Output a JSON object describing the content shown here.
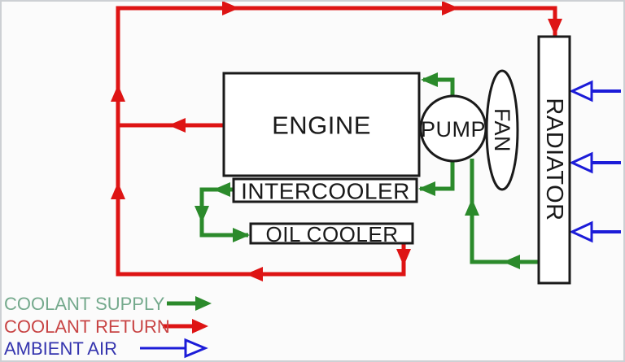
{
  "colors": {
    "red": "#de1414",
    "green": "#2b8a2b",
    "blue": "#1c1cd8",
    "box-border": "#1a1a1a",
    "box-fill": "#ffffff",
    "background": "#fbfbfb",
    "frame": "#cdd0d4",
    "label-color": "#1a1a1a",
    "legend-supply-text": "#74a98c",
    "legend-return-text": "#c84444",
    "legend-ambient-text": "#3434ae"
  },
  "components": {
    "engine": {
      "label": "ENGINE"
    },
    "intercooler": {
      "label": "INTERCOOLER"
    },
    "oil_cooler": {
      "label": "OIL COOLER"
    },
    "pump": {
      "label": "PUMP"
    },
    "fan": {
      "label": "FAN"
    },
    "radiator": {
      "label": "RADIATOR"
    }
  },
  "legend": {
    "items": [
      {
        "label": "COOLANT SUPPLY",
        "color": "green",
        "arrow": "solid"
      },
      {
        "label": "COOLANT RETURN",
        "color": "red",
        "arrow": "solid"
      },
      {
        "label": "AMBIENT AIR",
        "color": "blue",
        "arrow": "open"
      }
    ]
  },
  "flows": [
    {
      "name": "coolant-return-engine-outlet",
      "color": "red",
      "width": 5,
      "style": "solid",
      "points": [
        [
          275,
          154
        ],
        [
          143,
          154
        ]
      ],
      "arrows": [
        {
          "tip": [
            207,
            154
          ],
          "dir": "left"
        }
      ]
    },
    {
      "name": "coolant-return-main",
      "color": "red",
      "width": 5,
      "style": "solid",
      "points": [
        [
          496,
          299
        ],
        [
          496,
          337
        ],
        [
          145,
          337
        ],
        [
          145,
          10
        ],
        [
          682,
          10
        ],
        [
          682,
          44
        ]
      ],
      "arrows": [
        {
          "tip": [
            496,
            327
          ],
          "dir": "down"
        },
        {
          "tip": [
            302,
            337
          ],
          "dir": "left"
        },
        {
          "tip": [
            145,
            224
          ],
          "dir": "up"
        },
        {
          "tip": [
            145,
            104
          ],
          "dir": "up"
        },
        {
          "tip": [
            294,
            10
          ],
          "dir": "right"
        },
        {
          "tip": [
            564,
            10
          ],
          "dir": "right"
        },
        {
          "tip": [
            682,
            44
          ],
          "dir": "down"
        }
      ]
    },
    {
      "name": "coolant-supply-radiator-to-pump",
      "color": "green",
      "width": 5,
      "style": "solid",
      "points": [
        [
          662,
          322
        ],
        [
          580,
          322
        ],
        [
          580,
          195
        ]
      ],
      "arrows": [
        {
          "tip": [
            618,
            322
          ],
          "dir": "left"
        },
        {
          "tip": [
            580,
            244
          ],
          "dir": "up"
        }
      ]
    },
    {
      "name": "coolant-supply-pump-to-engine",
      "color": "green",
      "width": 5,
      "style": "solid",
      "points": [
        [
          556,
          122
        ],
        [
          556,
          98
        ],
        [
          520,
          98
        ]
      ],
      "arrows": [
        {
          "tip": [
            517,
            98
          ],
          "dir": "left"
        }
      ]
    },
    {
      "name": "coolant-supply-pump-to-intercooler",
      "color": "green",
      "width": 5,
      "style": "solid",
      "points": [
        [
          556,
          194
        ],
        [
          556,
          232
        ],
        [
          516,
          232
        ]
      ],
      "arrows": [
        {
          "tip": [
            514,
            232
          ],
          "dir": "left"
        }
      ]
    },
    {
      "name": "coolant-supply-intercooler-to-oil-cooler",
      "color": "green",
      "width": 5,
      "style": "solid",
      "points": [
        [
          287,
          233
        ],
        [
          248,
          233
        ],
        [
          248,
          289
        ],
        [
          305,
          289
        ]
      ],
      "arrows": [
        {
          "tip": [
            262,
            233
          ],
          "dir": "left"
        },
        {
          "tip": [
            248,
            274
          ],
          "dir": "down"
        },
        {
          "tip": [
            307,
            289
          ],
          "dir": "right"
        }
      ]
    },
    {
      "name": "ambient-air-top",
      "color": "blue",
      "width": 4,
      "style": "open",
      "points": [
        [
          763,
          112
        ],
        [
          726,
          112
        ]
      ],
      "arrows": [
        {
          "tip": [
            703,
            112
          ],
          "dir": "left",
          "len": 24,
          "half": 11
        }
      ]
    },
    {
      "name": "ambient-air-middle",
      "color": "blue",
      "width": 4,
      "style": "open",
      "points": [
        [
          763,
          200
        ],
        [
          726,
          200
        ]
      ],
      "arrows": [
        {
          "tip": [
            703,
            200
          ],
          "dir": "left",
          "len": 24,
          "half": 11
        }
      ]
    },
    {
      "name": "ambient-air-bottom",
      "color": "blue",
      "width": 4,
      "style": "open",
      "points": [
        [
          763,
          285
        ],
        [
          726,
          285
        ]
      ],
      "arrows": [
        {
          "tip": [
            703,
            285
          ],
          "dir": "left",
          "len": 24,
          "half": 11
        }
      ]
    },
    {
      "name": "legend-coolant-supply-arrow",
      "color": "green",
      "width": 5,
      "style": "solid",
      "points": [
        [
          205,
          373
        ],
        [
          241,
          373
        ]
      ],
      "arrows": [
        {
          "tip": [
            260,
            373
          ],
          "dir": "right",
          "len": 20,
          "half": 9
        }
      ]
    },
    {
      "name": "legend-coolant-return-arrow",
      "color": "red",
      "width": 5,
      "style": "solid",
      "points": [
        [
          200,
          401
        ],
        [
          237,
          401
        ]
      ],
      "arrows": [
        {
          "tip": [
            256,
            401
          ],
          "dir": "right",
          "len": 20,
          "half": 9
        }
      ]
    },
    {
      "name": "legend-ambient-air-arrow",
      "color": "blue",
      "width": 3,
      "style": "open",
      "points": [
        [
          172,
          428
        ],
        [
          229,
          428
        ]
      ],
      "arrows": [
        {
          "tip": [
            252,
            428
          ],
          "dir": "right",
          "len": 24,
          "half": 10
        }
      ]
    }
  ]
}
